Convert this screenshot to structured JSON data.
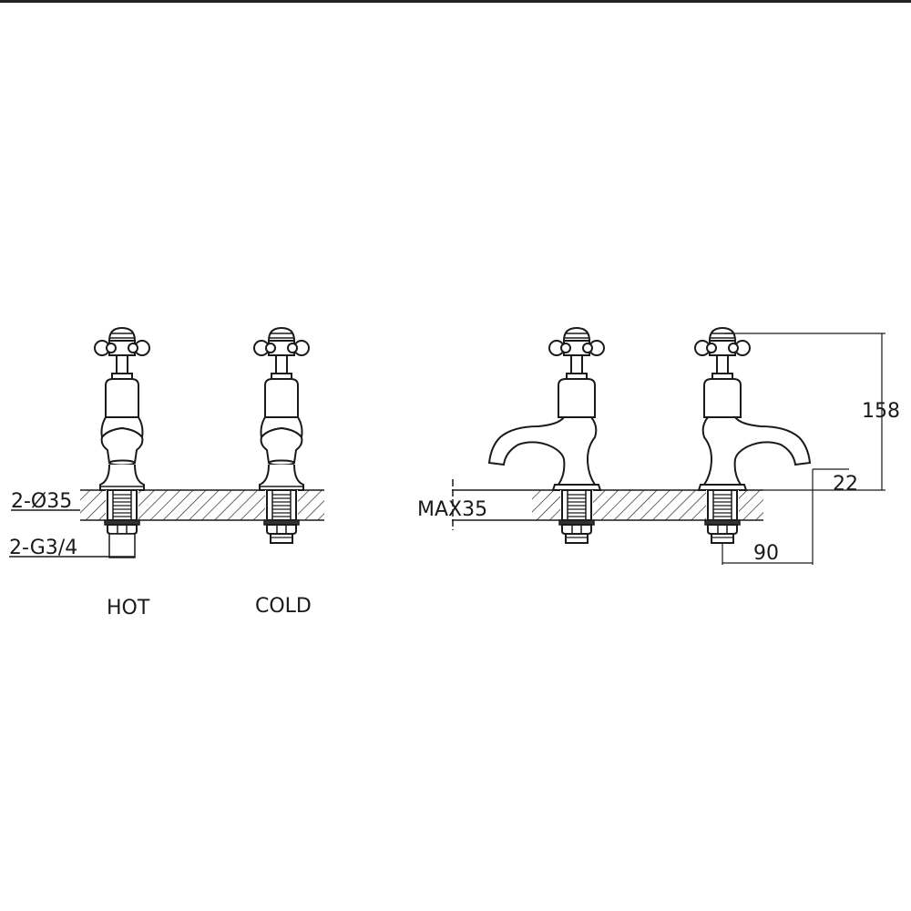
{
  "diagram": {
    "type": "technical-drawing",
    "subject": "pair of bath pillar taps with crosshead handles",
    "views": [
      {
        "name": "front-view",
        "taps": [
          {
            "label": "HOT"
          },
          {
            "label": "COLD"
          }
        ]
      },
      {
        "name": "side-view",
        "taps": [
          {
            "label": ""
          },
          {
            "label": ""
          }
        ]
      }
    ],
    "labels": {
      "hot": "HOT",
      "cold": "COLD",
      "hole_diameter": "2-Ø35",
      "thread": "2-G3/4",
      "max_deck": "MAX35",
      "height": "158",
      "spout_clearance": "22",
      "spout_reach": "90"
    },
    "colors": {
      "line": "#1a1a1a",
      "background": "#ffffff",
      "hatch": "#1a1a1a"
    }
  }
}
